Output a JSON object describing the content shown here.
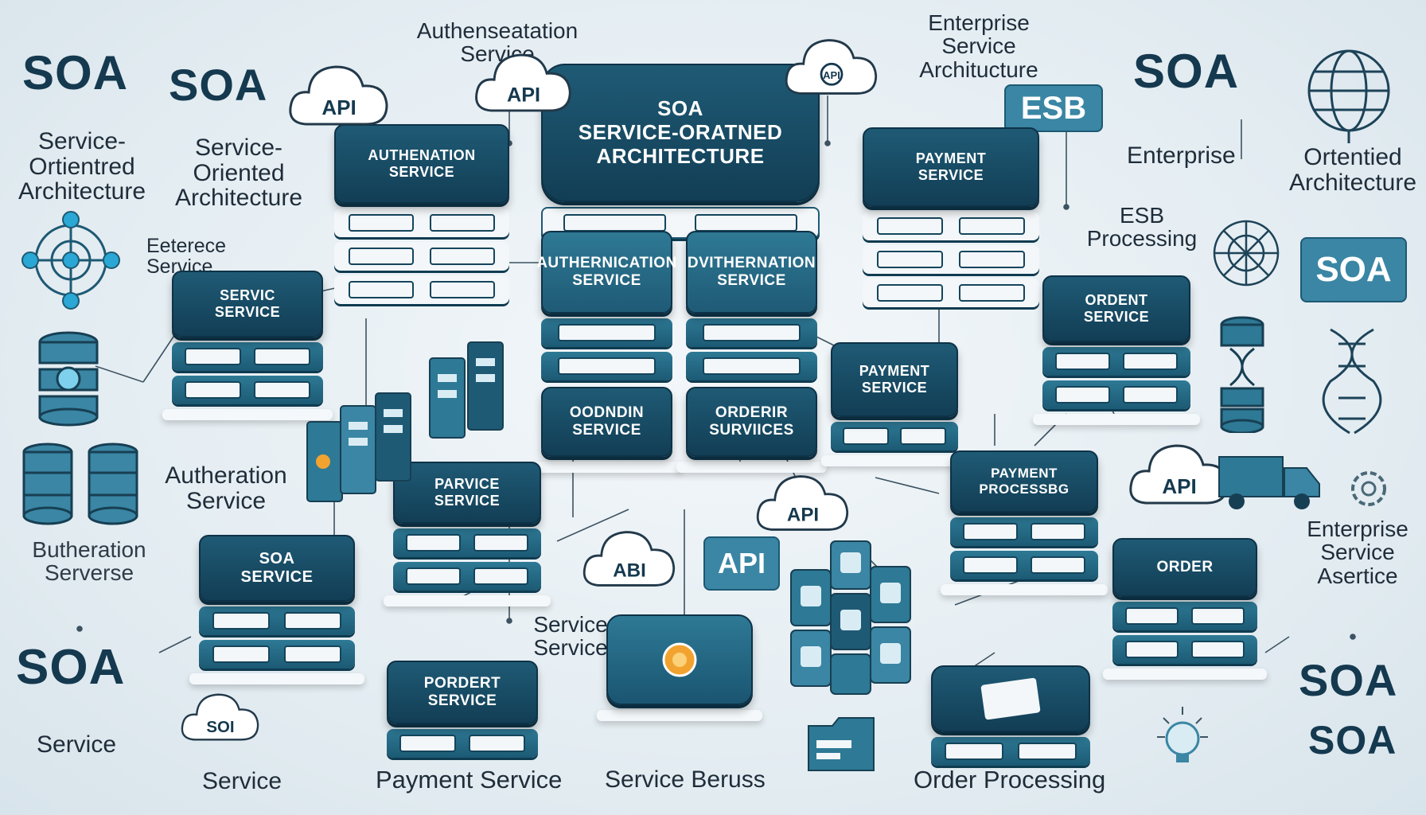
{
  "labels": {
    "soa_1": "SOA",
    "soa_2": "SOA",
    "soa_right_top": "SOA",
    "soa_badge": "SOA",
    "soa_bl": "SOA",
    "soa_br_1": "SOA",
    "soa_br_2": "SOA",
    "service_oriented_1": "Service-\nOrtientred\nArchitecture",
    "service_oriented_2": "Service-\nOriented\nArchitecture",
    "ortentied_arch": "Ortentied\nArchitecture",
    "auth_service_top": "Authenseatation\nService",
    "enterprise_service_arch": "Enterprise\nService\nArchitucture",
    "esb_badge": "ESB",
    "enterprise": "Enterprise",
    "esb_processing": "ESB\nProcessing",
    "eeterece_service": "Eeterece\nService",
    "authetation_service": "Autheration\nService",
    "butheration_service": "Butheration\nServerse",
    "enterprise_service_asertiice": "Enterprise\nService\nAsertice",
    "service_left": "Service",
    "service_bottom": "Service",
    "service_service": "Service\nService",
    "payment_service_bottom": "Payment Service",
    "service_beruss": "Service Beruss",
    "order_processing": "Order Processing"
  },
  "stacks": {
    "center": "SOA\nService-Oratned\nArchitecture",
    "center_left_mid": "Authernication\nService",
    "center_right_mid": "Dvithernation\nService",
    "center_left_low": "Oodndin\nService",
    "center_right_low": "Orderir\nSurviices",
    "auth_left": "Authenation\nService",
    "payment_right": "Payment\nService",
    "servic_left": "Servic\nService",
    "payment_mid_right": "Payment\nService",
    "ordent_right": "Ordent\nService",
    "parvice_center": "Parvice\nService",
    "payment_processing": "Payment\nProcessbg",
    "soa_service_bl": "SOA\nService",
    "pordert_service": "Pordert\nService",
    "order_br": "Order"
  },
  "clouds": [
    "API",
    "API",
    "API",
    "API",
    "ABI",
    "SOI",
    "API"
  ],
  "api_tag": "API",
  "colors": {
    "navy": "#123e55",
    "teal": "#2e7995",
    "badge": "#3a86a4",
    "accent": "#2aa7d4",
    "orange": "#f2a32f"
  }
}
